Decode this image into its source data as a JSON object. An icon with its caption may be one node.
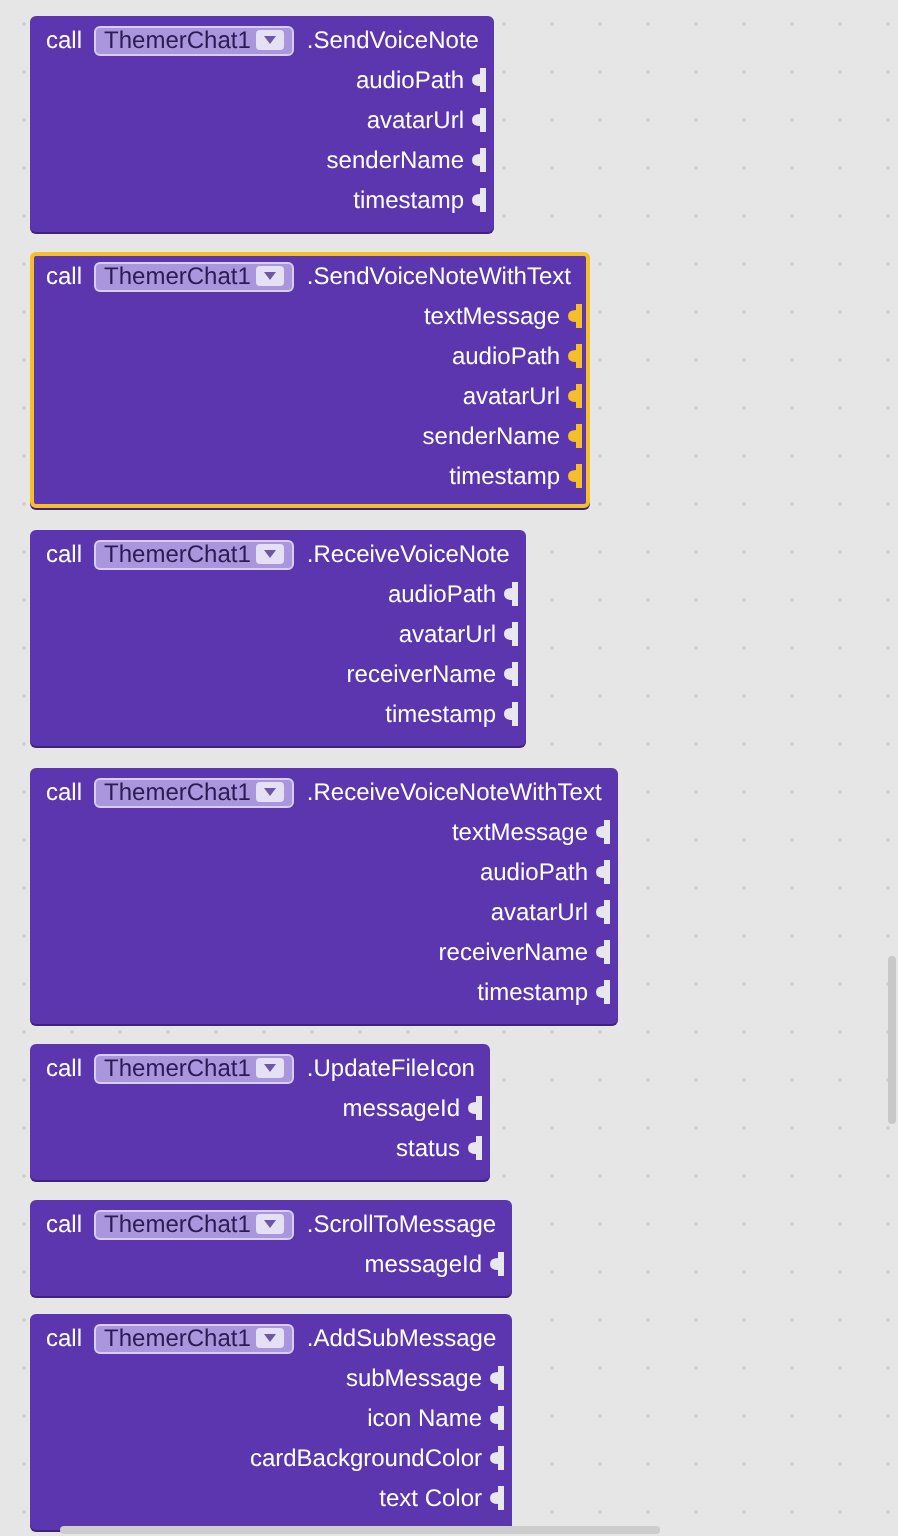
{
  "diagram": {
    "nodes": [
      {
        "text": [
          "call",
          "ThemerChat1",
          ".SendVoiceNote",
          "audioPath",
          "avatarUrl",
          "senderName",
          "timestamp"
        ]
      },
      {
        "text": [
          "call",
          "ThemerChat1",
          ".SendVoiceNoteWithText",
          "textMessage",
          "audioPath",
          "avatarUrl",
          "senderName",
          "timestamp"
        ]
      },
      {
        "text": [
          "call",
          "ThemerChat1",
          ".ReceiveVoiceNote",
          "audioPath",
          "avatarUrl",
          "receiverName",
          "timestamp"
        ]
      },
      {
        "text": [
          "call",
          "ThemerChat1",
          ".ReceiveVoiceNoteWithText",
          "textMessage",
          "audioPath",
          "avatarUrl",
          "receiverName",
          "timestamp"
        ]
      },
      {
        "text": [
          "call",
          "ThemerChat1",
          ".UpdateFileIcon",
          "messageId",
          "status"
        ]
      },
      {
        "text": [
          "call",
          "ThemerChat1",
          ".ScrollToMessage",
          "messageId"
        ]
      },
      {
        "text": [
          "call",
          "ThemerChat1",
          ".AddSubMessage",
          "subMessage",
          "icon Name",
          "cardBackgroundColor",
          "text Color"
        ]
      }
    ]
  }
}
